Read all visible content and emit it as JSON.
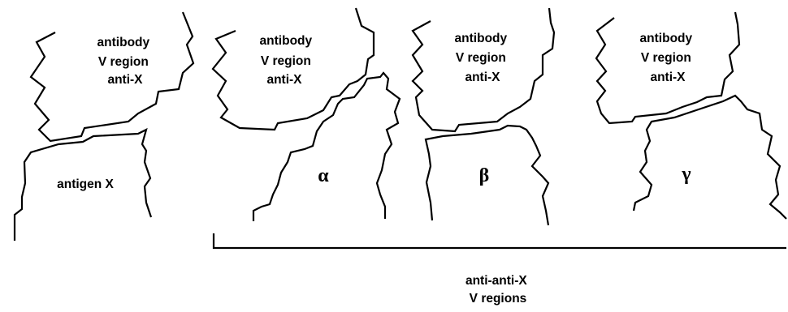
{
  "panels": [
    {
      "antibody_label": [
        "antibody",
        "V region",
        "anti-X"
      ],
      "partner_label": "antigen X"
    },
    {
      "antibody_label": [
        "antibody",
        "V region",
        "anti-X"
      ],
      "partner_label": "α"
    },
    {
      "antibody_label": [
        "antibody",
        "V region",
        "anti-X"
      ],
      "partner_label": "β"
    },
    {
      "antibody_label": [
        "antibody",
        "V region",
        "anti-X"
      ],
      "partner_label": "γ"
    }
  ],
  "bracket_label": [
    "anti-anti-X",
    "V regions"
  ]
}
